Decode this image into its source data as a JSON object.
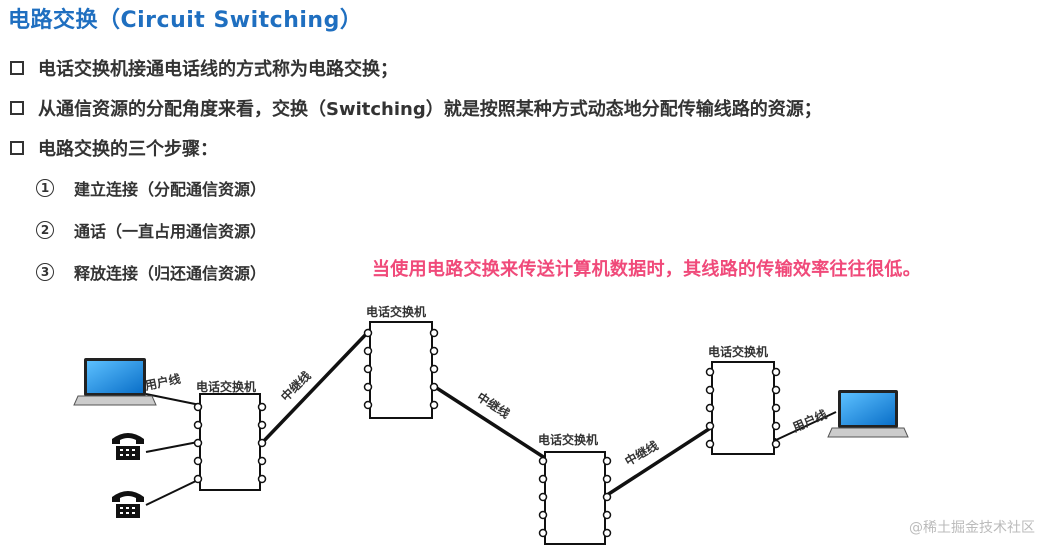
{
  "title": "电路交换（Circuit Switching）",
  "bullets": [
    "电话交换机接通电话线的方式称为电路交换；",
    "从通信资源的分配角度来看，交换（Switching）就是按照某种方式动态地分配传输线路的资源；",
    "电路交换的三个步骤："
  ],
  "steps": [
    {
      "num": "1",
      "text": "建立连接（分配通信资源）"
    },
    {
      "num": "2",
      "text": "通话（一直占用通信资源）"
    },
    {
      "num": "3",
      "text": "释放连接（归还通信资源）"
    }
  ],
  "note": "当使用电路交换来传送计算机数据时，其线路的传输效率往往很低。",
  "diagram": {
    "switch_label": "电话交换机",
    "user_line_label": "用户线",
    "trunk_label": "中继线"
  },
  "watermark": "@稀土掘金技术社区",
  "colors": {
    "title": "#1f6fc0",
    "note": "#f04a7a",
    "laptop_screen": "#1a8fe0"
  }
}
